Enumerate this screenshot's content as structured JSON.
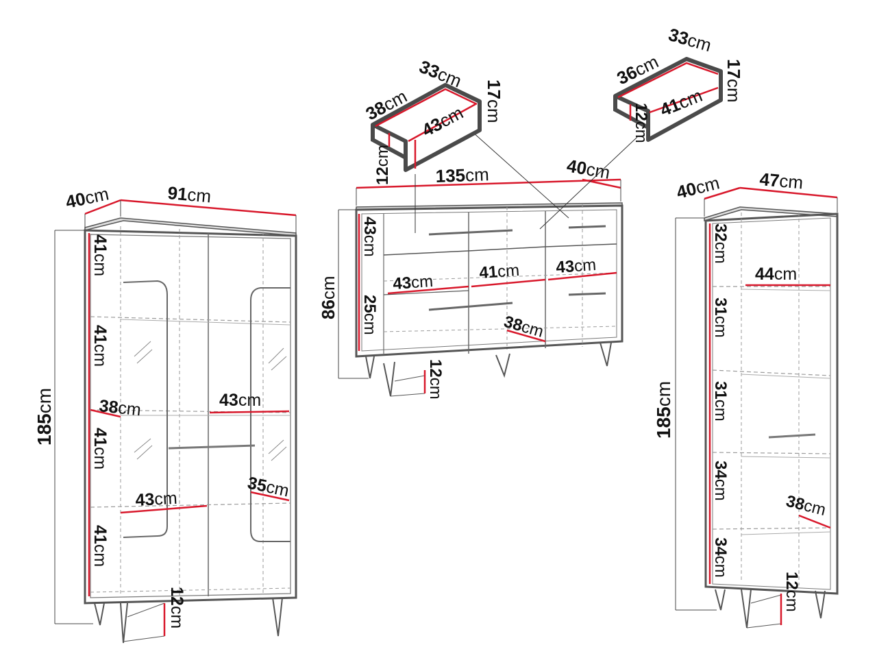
{
  "colors": {
    "outline": "#4a4a4a",
    "dim_red": "#d8182b",
    "dim_line": "#3a3a3a",
    "dashed": "#9a9a9a",
    "text": "#111111"
  },
  "vitrine": {
    "depth": {
      "n": "40",
      "u": "cm"
    },
    "width": {
      "n": "91",
      "u": "cm"
    },
    "height": {
      "n": "185",
      "u": "cm"
    },
    "shelf1": {
      "n": "41",
      "u": "cm"
    },
    "shelf2": {
      "n": "41",
      "u": "cm"
    },
    "shelf3": {
      "n": "41",
      "u": "cm"
    },
    "shelf4": {
      "n": "41",
      "u": "cm"
    },
    "left_shelf_depth": {
      "n": "38",
      "u": "cm"
    },
    "right_shelf_width": {
      "n": "43",
      "u": "cm"
    },
    "inner_depth": {
      "n": "35",
      "u": "cm"
    },
    "lower_shelf_width": {
      "n": "43",
      "u": "cm"
    },
    "legs": {
      "n": "12",
      "u": "cm"
    }
  },
  "dresser": {
    "width": {
      "n": "135",
      "u": "cm"
    },
    "depth": {
      "n": "40",
      "u": "cm"
    },
    "height": {
      "n": "86",
      "u": "cm"
    },
    "upper": {
      "n": "43",
      "u": "cm"
    },
    "lower": {
      "n": "25",
      "u": "cm"
    },
    "comp_left": {
      "n": "43",
      "u": "cm"
    },
    "comp_mid": {
      "n": "41",
      "u": "cm"
    },
    "comp_right": {
      "n": "43",
      "u": "cm"
    },
    "inner_depth": {
      "n": "38",
      "u": "cm"
    },
    "legs": {
      "n": "12",
      "u": "cm"
    }
  },
  "drawer_large": {
    "depth": {
      "n": "38",
      "u": "cm"
    },
    "width": {
      "n": "33",
      "u": "cm"
    },
    "height": {
      "n": "17",
      "u": "cm"
    },
    "inner": {
      "n": "43",
      "u": "cm"
    },
    "front": {
      "n": "12",
      "u": "cm"
    }
  },
  "drawer_small": {
    "depth": {
      "n": "36",
      "u": "cm"
    },
    "width": {
      "n": "33",
      "u": "cm"
    },
    "height": {
      "n": "17",
      "u": "cm"
    },
    "inner": {
      "n": "41",
      "u": "cm"
    },
    "front": {
      "n": "12",
      "u": "cm"
    }
  },
  "tall_cabinet": {
    "depth": {
      "n": "40",
      "u": "cm"
    },
    "width": {
      "n": "47",
      "u": "cm"
    },
    "height": {
      "n": "185",
      "u": "cm"
    },
    "shelf1": {
      "n": "32",
      "u": "cm"
    },
    "inner_width": {
      "n": "44",
      "u": "cm"
    },
    "shelf2": {
      "n": "31",
      "u": "cm"
    },
    "shelf3": {
      "n": "31",
      "u": "cm"
    },
    "shelf4": {
      "n": "34",
      "u": "cm"
    },
    "inner_depth": {
      "n": "38",
      "u": "cm"
    },
    "shelf5": {
      "n": "34",
      "u": "cm"
    },
    "legs": {
      "n": "12",
      "u": "cm"
    }
  }
}
